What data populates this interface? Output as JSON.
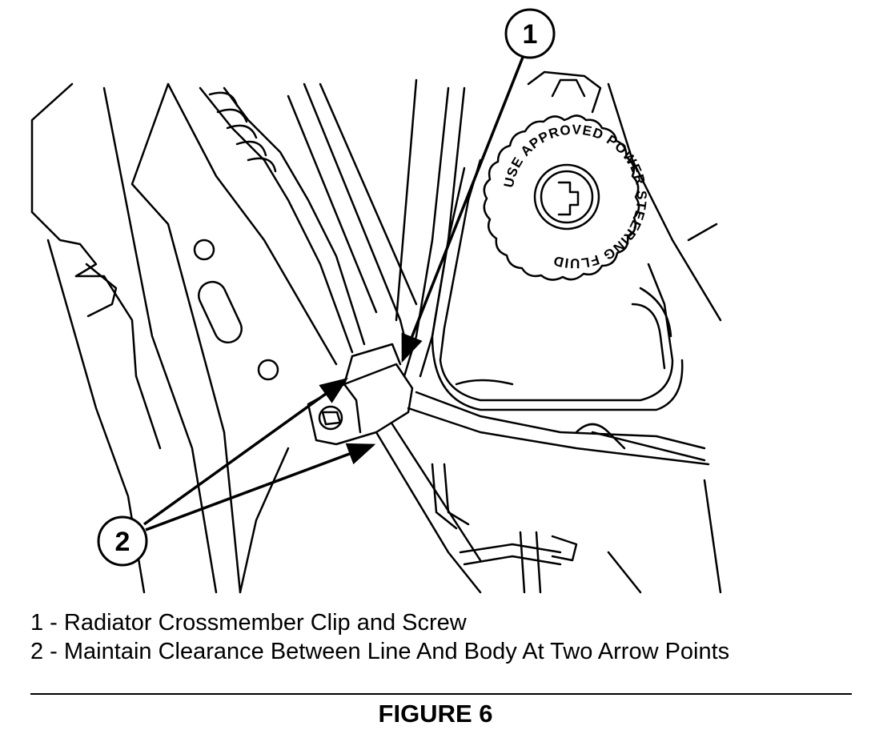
{
  "callouts": [
    {
      "number": "1"
    },
    {
      "number": "2"
    }
  ],
  "cap_text": "USE APPROVED POWER STEERING FLUID",
  "legend": [
    "1 - Radiator Crossmember Clip and Screw",
    "2 - Maintain Clearance Between Line And Body At Two Arrow Points"
  ],
  "figure_title": "FIGURE 6"
}
